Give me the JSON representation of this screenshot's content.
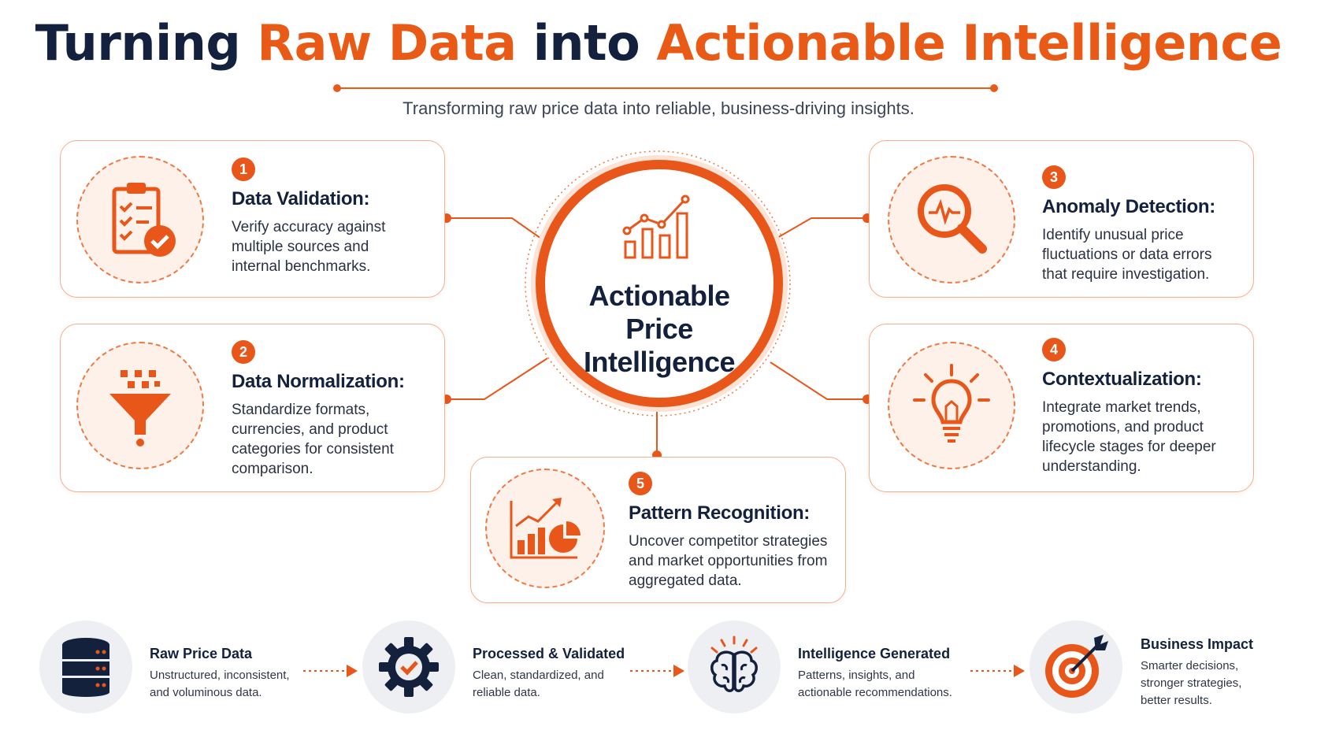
{
  "header": {
    "title_part1": "Turning ",
    "title_part2": "Raw Data",
    "title_part3": " into ",
    "title_part4": "Actionable Intelligence",
    "subtitle": "Transforming raw price data into reliable, business-driving insights."
  },
  "hub": {
    "line1": "Actionable",
    "line2": "Price",
    "line3": "Intelligence",
    "icon": "growth-chart-icon"
  },
  "cards": [
    {
      "number": "1",
      "title": "Data Validation:",
      "description": "Verify accuracy against multiple sources and internal benchmarks.",
      "icon": "clipboard-check-icon"
    },
    {
      "number": "2",
      "title": "Data Normalization:",
      "description": "Standardize formats, currencies, and product categories for consistent comparison.",
      "icon": "funnel-icon"
    },
    {
      "number": "3",
      "title": "Anomaly Detection:",
      "description": "Identify unusual price fluctuations or data errors that require investigation.",
      "icon": "magnifier-pulse-icon"
    },
    {
      "number": "4",
      "title": "Contextualization:",
      "description": "Integrate market trends, promotions, and product lifecycle stages for deeper understanding.",
      "icon": "lightbulb-icon"
    },
    {
      "number": "5",
      "title": "Pattern Recognition:",
      "description": "Uncover competitor strategies and market opportunities from aggregated data.",
      "icon": "analytics-chart-icon"
    }
  ],
  "flow": [
    {
      "title": "Raw Price Data",
      "description": "Unstructured, inconsistent, and voluminous data.",
      "icon": "database-icon"
    },
    {
      "title": "Processed & Validated",
      "description": "Clean, standardized, and reliable data.",
      "icon": "gear-check-icon"
    },
    {
      "title": "Intelligence Generated",
      "description": "Patterns, insights, and actionable recommendations.",
      "icon": "brain-icon"
    },
    {
      "title": "Business Impact",
      "description": "Smarter decisions, stronger strategies, better results.",
      "icon": "target-icon"
    }
  ],
  "colors": {
    "accent": "#e9561a",
    "navy": "#14213d",
    "card_border": "#f1b08e",
    "icon_bg": "#fdf1ea"
  }
}
